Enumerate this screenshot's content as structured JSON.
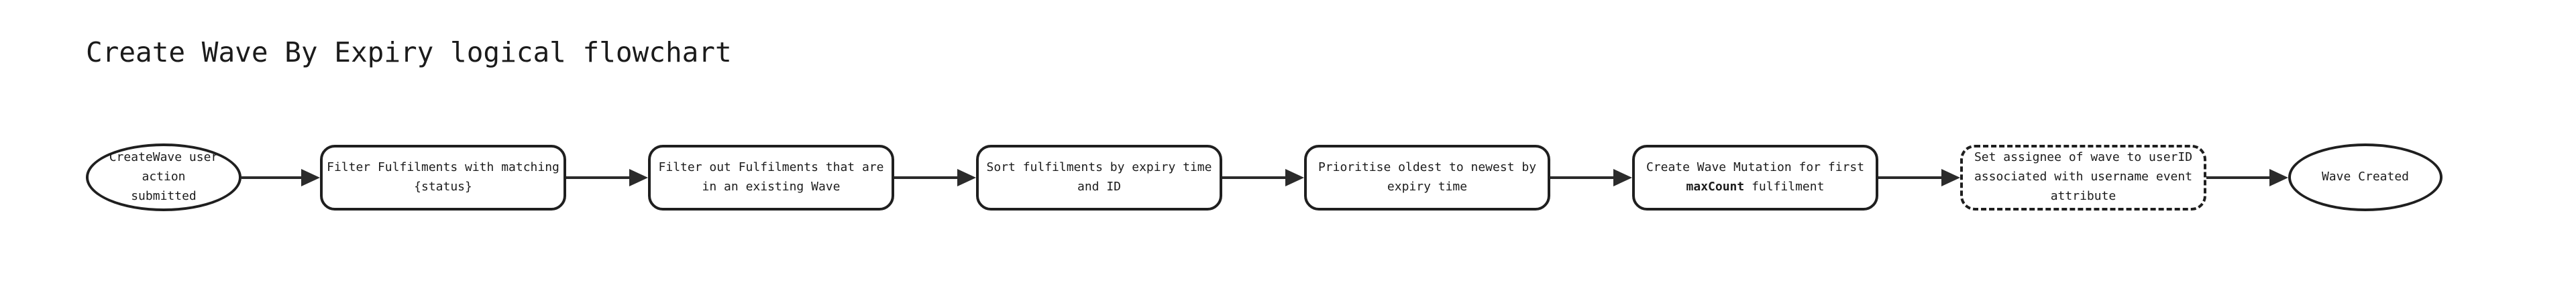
{
  "title": "Create Wave By Expiry logical flowchart",
  "colors": {
    "background": "#ffffff",
    "node_stroke": "#1f1f1f",
    "node_fill": "#ffffff",
    "text": "#1c1c1c",
    "arrow": "#2b2b2b"
  },
  "flow": {
    "nodes": [
      {
        "id": "start",
        "shape": "ellipse",
        "border": "solid",
        "label": "CreateWave user action submitted"
      },
      {
        "id": "filter-matching-status",
        "shape": "rounded-rect",
        "border": "solid",
        "label": "Filter Fulfilments with matching {status}"
      },
      {
        "id": "filter-existing-wave",
        "shape": "rounded-rect",
        "border": "solid",
        "label": "Filter out Fulfilments that are in an existing Wave"
      },
      {
        "id": "sort-by-expiry",
        "shape": "rounded-rect",
        "border": "solid",
        "label": "Sort fulfilments by expiry time and ID"
      },
      {
        "id": "prioritise-oldest",
        "shape": "rounded-rect",
        "border": "solid",
        "label": "Prioritise oldest to newest by expiry time"
      },
      {
        "id": "create-wave-mutation",
        "shape": "rounded-rect",
        "border": "solid",
        "label_before": "Create Wave Mutation for first ",
        "label_bold": "maxCount",
        "label_after": " fulfilment"
      },
      {
        "id": "set-assignee",
        "shape": "rounded-rect",
        "border": "dashed",
        "label": "Set assignee of wave to userID associated with username event attribute"
      },
      {
        "id": "end",
        "shape": "ellipse",
        "border": "solid",
        "label": "Wave Created"
      }
    ],
    "edges": [
      {
        "from": "start",
        "to": "filter-matching-status"
      },
      {
        "from": "filter-matching-status",
        "to": "filter-existing-wave"
      },
      {
        "from": "filter-existing-wave",
        "to": "sort-by-expiry"
      },
      {
        "from": "sort-by-expiry",
        "to": "prioritise-oldest"
      },
      {
        "from": "prioritise-oldest",
        "to": "create-wave-mutation"
      },
      {
        "from": "create-wave-mutation",
        "to": "set-assignee"
      },
      {
        "from": "set-assignee",
        "to": "end"
      }
    ]
  }
}
